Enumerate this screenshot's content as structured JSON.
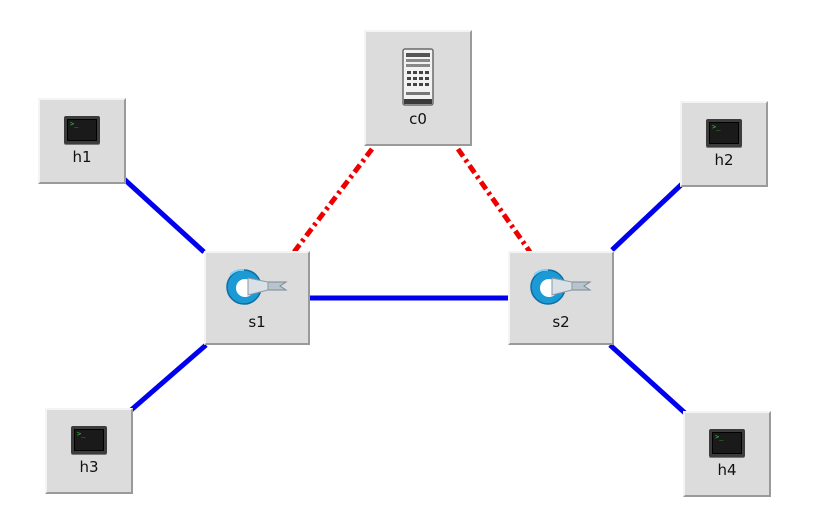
{
  "topology": {
    "nodes": [
      {
        "id": "h1",
        "type": "host",
        "label": "h1"
      },
      {
        "id": "h2",
        "type": "host",
        "label": "h2"
      },
      {
        "id": "h3",
        "type": "host",
        "label": "h3"
      },
      {
        "id": "h4",
        "type": "host",
        "label": "h4"
      },
      {
        "id": "s1",
        "type": "switch",
        "label": "s1"
      },
      {
        "id": "s2",
        "type": "switch",
        "label": "s2"
      },
      {
        "id": "c0",
        "type": "controller",
        "label": "c0"
      }
    ],
    "links": [
      {
        "from": "h1",
        "to": "s1",
        "kind": "data"
      },
      {
        "from": "h3",
        "to": "s1",
        "kind": "data"
      },
      {
        "from": "s1",
        "to": "s2",
        "kind": "data"
      },
      {
        "from": "h2",
        "to": "s2",
        "kind": "data"
      },
      {
        "from": "h4",
        "to": "s2",
        "kind": "data"
      },
      {
        "from": "c0",
        "to": "s1",
        "kind": "control"
      },
      {
        "from": "c0",
        "to": "s2",
        "kind": "control"
      }
    ],
    "icons": {
      "host": "terminal-icon",
      "switch": "openflow-switch-icon",
      "controller": "controller-server-icon"
    },
    "terminal_prompt": ">_",
    "colors": {
      "data_link": "#0000ee",
      "control_link": "#ee0000",
      "node_bg": "#dcdcdc"
    }
  }
}
